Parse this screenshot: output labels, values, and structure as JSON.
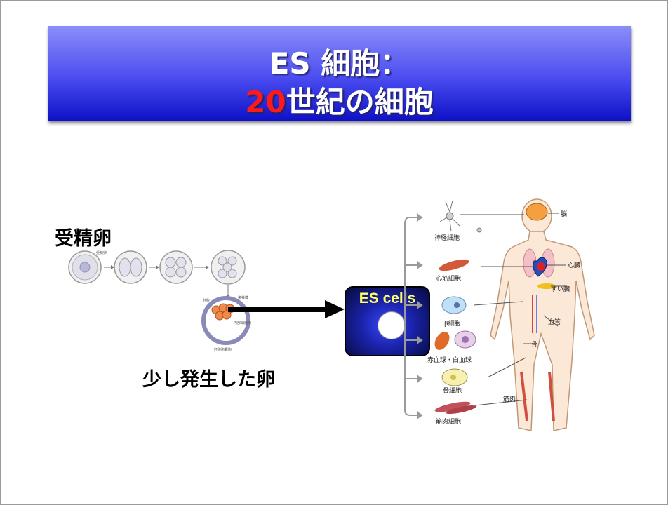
{
  "slide": {
    "title_line1": "ES 細胞：",
    "title_number": "20",
    "title_line2_rest": "世紀の細胞",
    "fertilized_egg_label": "受精卵",
    "early_embryo_label": "少し発生した卵",
    "es_cells_label": "ES cells"
  },
  "embryo_diagram": {
    "stage1_label": "受精卵",
    "blastocyst_labels": [
      "胚腔",
      "栄養膜",
      "内部細胞塊",
      "胚盤胞嚢胞"
    ]
  },
  "body_diagram": {
    "cell_types": [
      "神経細胞",
      "心筋細胞",
      "β細胞",
      "赤血球・白血球",
      "骨細胞",
      "筋肉細胞"
    ],
    "organs": [
      "脳",
      "心臓",
      "すい臓",
      "血管",
      "骨",
      "筋肉"
    ]
  },
  "colors": {
    "title_gradient_top": "#8b8ef9",
    "title_gradient_bottom": "#0d10c6",
    "title_text": "#ffffff",
    "title_highlight": "#ff1a1a",
    "es_label": "#ffff66"
  }
}
